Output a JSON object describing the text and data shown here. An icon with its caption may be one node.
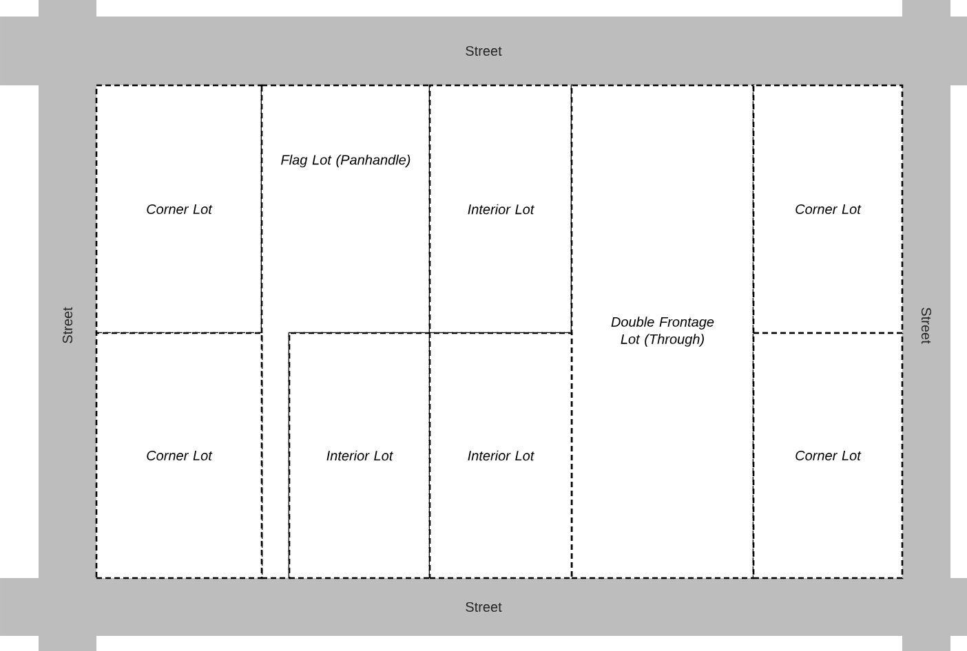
{
  "diagram": {
    "nodes": [
      {
        "text": [
          "Street"
        ]
      },
      {
        "text": [
          "Street"
        ]
      },
      {
        "text": [
          "Street"
        ]
      },
      {
        "text": [
          "Street"
        ]
      },
      {
        "text": [
          "Corner Lot"
        ]
      },
      {
        "text": [
          "Flag Lot (Panhandle)"
        ]
      },
      {
        "text": [
          "Interior Lot"
        ]
      },
      {
        "text": [
          "Double Frontage Lot (Through)"
        ]
      },
      {
        "text": [
          "Corner Lot"
        ]
      },
      {
        "text": [
          "Corner Lot"
        ]
      },
      {
        "text": [
          "Interior Lot"
        ]
      },
      {
        "text": [
          "Interior Lot"
        ]
      },
      {
        "text": [
          "Corner Lot"
        ]
      }
    ]
  }
}
